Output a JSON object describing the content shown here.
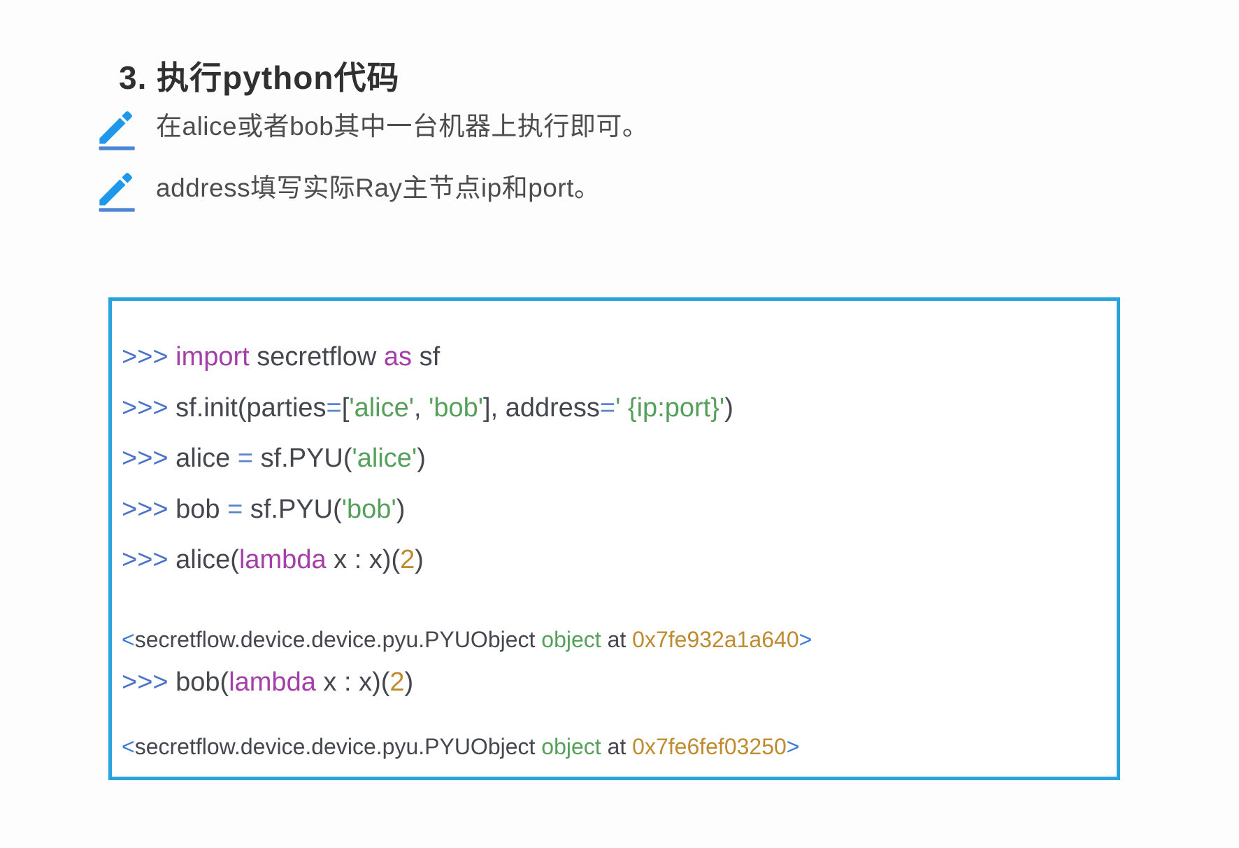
{
  "heading": {
    "text": "3. 执行python代码"
  },
  "notes": [
    {
      "icon": "pencil-icon",
      "text": "在alice或者bob其中一台机器上执行即可。"
    },
    {
      "icon": "pencil-icon",
      "text": "address填写实际Ray主节点ip和port。"
    }
  ],
  "code_block": {
    "border_color": "#29a3dc",
    "lines": [
      {
        "kind": "input",
        "tokens": [
          [
            "prompt",
            ">>> "
          ],
          [
            "keyword",
            "import"
          ],
          [
            "plain",
            " secretflow "
          ],
          [
            "keyword",
            "as"
          ],
          [
            "plain",
            " sf"
          ]
        ]
      },
      {
        "kind": "input",
        "tokens": [
          [
            "prompt",
            ">>> "
          ],
          [
            "plain",
            "sf.init(parties"
          ],
          [
            "op",
            "="
          ],
          [
            "plain",
            "["
          ],
          [
            "string",
            "'alice'"
          ],
          [
            "plain",
            ", "
          ],
          [
            "string",
            "'bob'"
          ],
          [
            "plain",
            "], address"
          ],
          [
            "op",
            "="
          ],
          [
            "string",
            "' {ip:port}'"
          ],
          [
            "plain",
            ")"
          ]
        ]
      },
      {
        "kind": "input",
        "tokens": [
          [
            "prompt",
            ">>> "
          ],
          [
            "plain",
            "alice "
          ],
          [
            "op",
            "="
          ],
          [
            "plain",
            " sf.PYU("
          ],
          [
            "string",
            "'alice'"
          ],
          [
            "plain",
            ")"
          ]
        ]
      },
      {
        "kind": "input",
        "tokens": [
          [
            "prompt",
            ">>> "
          ],
          [
            "plain",
            "bob "
          ],
          [
            "op",
            "="
          ],
          [
            "plain",
            " sf.PYU("
          ],
          [
            "string",
            "'bob'"
          ],
          [
            "plain",
            ")"
          ]
        ]
      },
      {
        "kind": "input",
        "tokens": [
          [
            "prompt",
            ">>> "
          ],
          [
            "plain",
            "alice("
          ],
          [
            "keyword",
            "lambda"
          ],
          [
            "plain",
            " x : x)("
          ],
          [
            "number",
            "2"
          ],
          [
            "plain",
            ")"
          ]
        ]
      },
      {
        "kind": "output",
        "tokens": [
          [
            "angle",
            "<"
          ],
          [
            "plain",
            "secretflow.device.device.pyu.PYUObject "
          ],
          [
            "string",
            "object"
          ],
          [
            "plain",
            " at "
          ],
          [
            "number",
            "0x7fe932a1a640"
          ],
          [
            "angle",
            ">"
          ]
        ]
      },
      {
        "kind": "input",
        "tokens": [
          [
            "prompt",
            ">>> "
          ],
          [
            "plain",
            "bob("
          ],
          [
            "keyword",
            "lambda"
          ],
          [
            "plain",
            " x : x)("
          ],
          [
            "number",
            "2"
          ],
          [
            "plain",
            ")"
          ]
        ]
      },
      {
        "kind": "output",
        "tokens": [
          [
            "angle",
            "<"
          ],
          [
            "plain",
            "secretflow.device.device.pyu.PYUObject "
          ],
          [
            "string",
            "object"
          ],
          [
            "plain",
            " at "
          ],
          [
            "number",
            "0x7fe6fef03250"
          ],
          [
            "angle",
            ">"
          ]
        ]
      }
    ]
  },
  "colors": {
    "page_background": "#fdfdfd",
    "heading_text": "#303030",
    "note_text": "#4d4d4d",
    "pencil_blue": "#1f98ec",
    "pencil_underline": "#4a86d2",
    "code_border_blue": "#29a3dc",
    "prompt_blue": "#4b74c9",
    "keyword_purple": "#a43ea8",
    "string_green": "#55a05a",
    "number_orange": "#bf8b30",
    "angle_bracket_blue": "#3d7cd9",
    "code_default": "#45474f"
  }
}
